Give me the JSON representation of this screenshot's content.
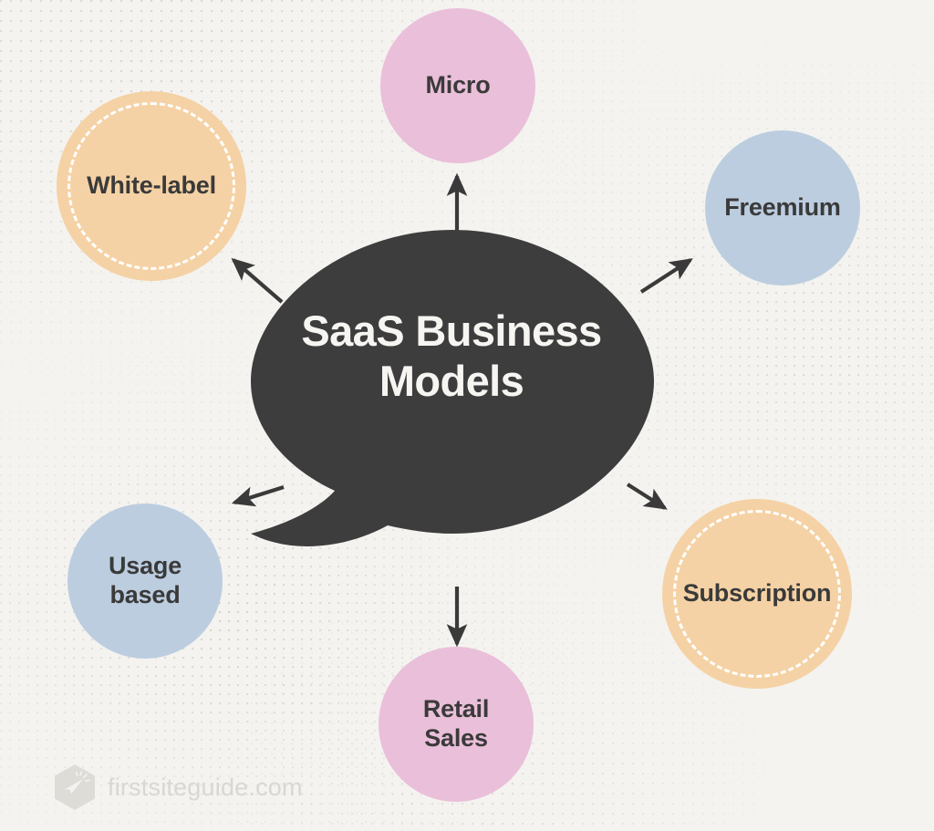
{
  "diagram": {
    "title": "SaaS Business\nModels",
    "center": {
      "label": "SaaS Business\nModels",
      "shape": "speech-bubble",
      "fill": "#3d3d3d",
      "text_color": "#f7f5f1"
    },
    "background_color": "#f4f3f0",
    "arrow_color": "#3a3a3a",
    "nodes": [
      {
        "id": "micro",
        "label": "Micro",
        "fill": "#eabfd9",
        "dashed_ring": false,
        "text_color": "#3a3a3a",
        "position": "top"
      },
      {
        "id": "freemium",
        "label": "Freemium",
        "fill": "#bccddf",
        "dashed_ring": false,
        "text_color": "#3a3a3a",
        "position": "top-right"
      },
      {
        "id": "subscription",
        "label": "Subscription",
        "fill": "#f5d2a5",
        "dashed_ring": true,
        "text_color": "#3a3a3a",
        "position": "bottom-right"
      },
      {
        "id": "retail-sales",
        "label": "Retail\nSales",
        "fill": "#eabfd9",
        "dashed_ring": false,
        "text_color": "#3a3a3a",
        "position": "bottom"
      },
      {
        "id": "usage-based",
        "label": "Usage\nbased",
        "fill": "#bccddf",
        "dashed_ring": false,
        "text_color": "#3a3a3a",
        "position": "bottom-left"
      },
      {
        "id": "white-label",
        "label": "White-label",
        "fill": "#f5d2a5",
        "dashed_ring": true,
        "text_color": "#3a3a3a",
        "position": "top-left"
      }
    ],
    "arrows": [
      {
        "id": "to-micro",
        "from": "center",
        "to": "micro"
      },
      {
        "id": "to-freemium",
        "from": "center",
        "to": "freemium"
      },
      {
        "id": "to-subscription",
        "from": "center",
        "to": "subscription"
      },
      {
        "id": "to-retail-sales",
        "from": "center",
        "to": "retail-sales"
      },
      {
        "id": "to-usage-based",
        "from": "center",
        "to": "usage-based"
      },
      {
        "id": "to-white-label",
        "from": "center",
        "to": "white-label"
      }
    ]
  },
  "watermark": {
    "text": "firstsiteguide.com",
    "logo_icon": "paper-plane-hexagon-icon",
    "color": "#d9d7d2"
  },
  "chart_data": {
    "type": "diagram",
    "title": "SaaS Business Models",
    "center_node": "SaaS Business Models",
    "categories": [
      "Micro",
      "Freemium",
      "Subscription",
      "Retail Sales",
      "Usage based",
      "White-label"
    ],
    "relationships": [
      {
        "source": "SaaS Business Models",
        "target": "Micro"
      },
      {
        "source": "SaaS Business Models",
        "target": "Freemium"
      },
      {
        "source": "SaaS Business Models",
        "target": "Subscription"
      },
      {
        "source": "SaaS Business Models",
        "target": "Retail Sales"
      },
      {
        "source": "SaaS Business Models",
        "target": "Usage based"
      },
      {
        "source": "SaaS Business Models",
        "target": "White-label"
      }
    ],
    "legend": [],
    "xlabel": "",
    "ylabel": ""
  }
}
